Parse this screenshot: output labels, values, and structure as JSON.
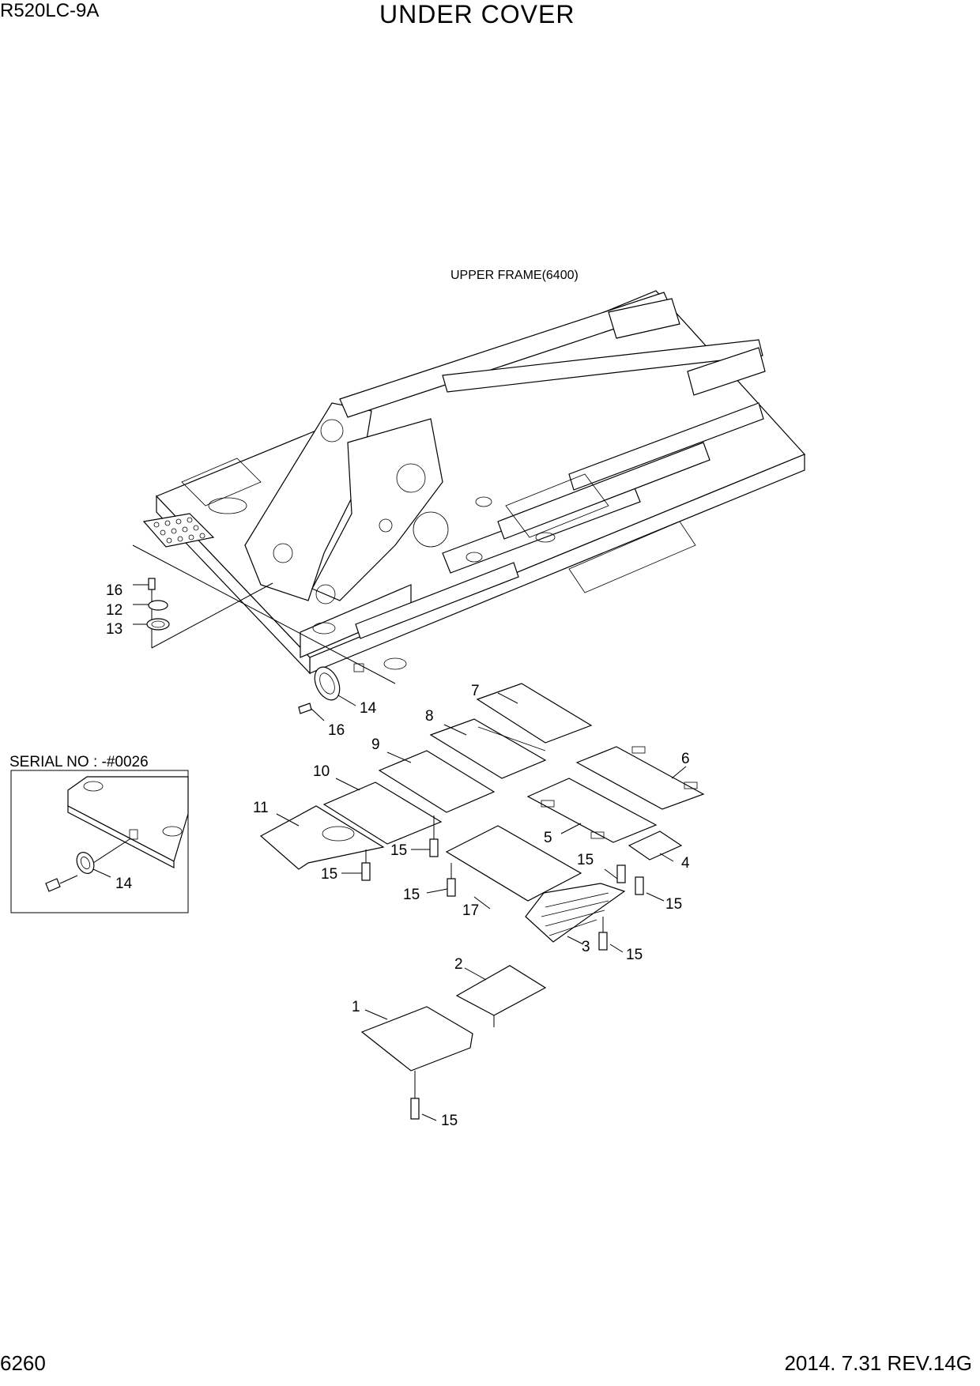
{
  "header": {
    "model": "R520LC-9A",
    "title": "UNDER COVER"
  },
  "footer": {
    "page_number": "6260",
    "revision": "2014. 7.31  REV.14G"
  },
  "diagram": {
    "upper_frame_label": "UPPER FRAME(6400)",
    "serial_label": "SERIAL NO : -#0026",
    "callouts": {
      "c1": "1",
      "c2": "2",
      "c3": "3",
      "c4": "4",
      "c5": "5",
      "c6": "6",
      "c7": "7",
      "c8": "8",
      "c9": "9",
      "c10": "10",
      "c11": "11",
      "c12": "12",
      "c13": "13",
      "c14a": "14",
      "c14b": "14",
      "c15a": "15",
      "c15b": "15",
      "c15c": "15",
      "c15d": "15",
      "c15e": "15",
      "c15f": "15",
      "c15g": "15",
      "c16a": "16",
      "c16b": "16",
      "c17": "17"
    }
  }
}
